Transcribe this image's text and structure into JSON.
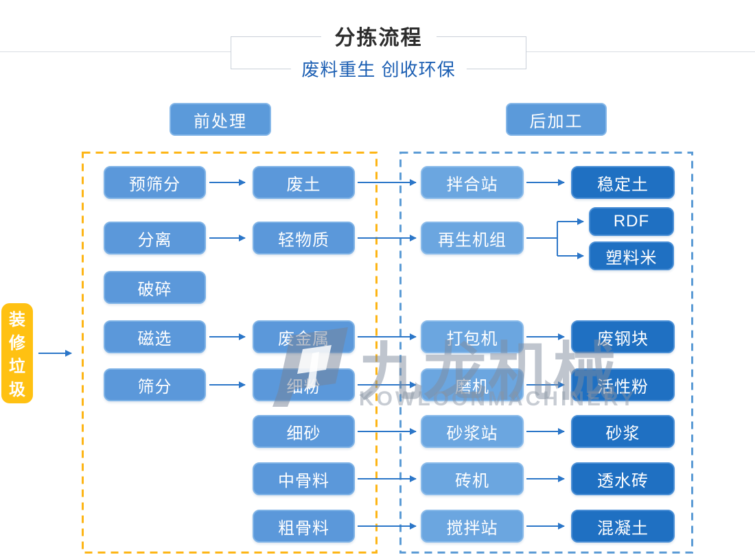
{
  "header": {
    "title": "分拣流程",
    "subtitle": "废料重生 创收环保"
  },
  "sections": {
    "pre_label": "前处理",
    "post_label": "后加工"
  },
  "source": {
    "label": "装修垃圾"
  },
  "flow": {
    "process_steps": [
      "预筛分",
      "分离",
      "破碎",
      "磁选",
      "筛分"
    ],
    "intermediates": [
      "废土",
      "轻物质",
      "废金属",
      "细粉",
      "细砂",
      "中骨料",
      "粗骨料"
    ],
    "machines": [
      "拌合站",
      "再生机组",
      "打包机",
      "磨机",
      "砂浆站",
      "砖机",
      "搅拌站"
    ],
    "products": [
      "稳定土",
      "RDF",
      "塑料米",
      "废钢块",
      "活性粉",
      "砂浆",
      "透水砖",
      "混凝土"
    ]
  },
  "watermark": {
    "brand_cn": "九龙机械",
    "brand_en": "KOWLOONMACHINERY"
  },
  "colors": {
    "box_light": "#5b98da",
    "box_lighter": "#6ba6e0",
    "box_dark": "#1f70c2",
    "source_yellow": "#ffc112",
    "dash_yellow": "#fdb515",
    "dash_blue": "#5b9bd5",
    "arrow_blue": "#2b76c8",
    "subtitle_blue": "#1c5fb3",
    "title_gray": "#2c2c2c"
  }
}
